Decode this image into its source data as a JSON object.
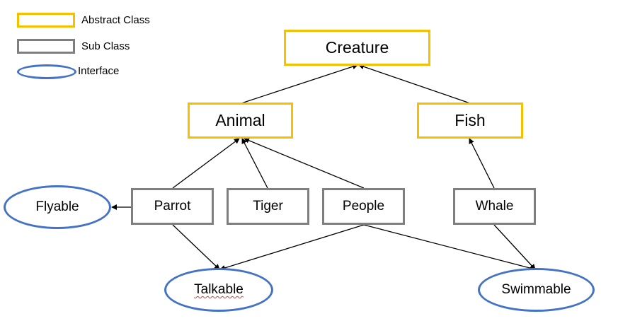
{
  "legend": {
    "abstract_label": "Abstract Class",
    "sub_label": "Sub Class",
    "interface_label": "Interface"
  },
  "colors": {
    "abstract_border": "#f5c000",
    "subclass_border": "#7f7f7f",
    "interface_border": "#4472c4",
    "arrow": "#000000"
  },
  "nodes": {
    "creature": "Creature",
    "animal": "Animal",
    "fish": "Fish",
    "parrot": "Parrot",
    "tiger": "Tiger",
    "people": "People",
    "whale": "Whale",
    "flyable": "Flyable",
    "talkable": "Talkable",
    "swimmable": "Swimmable"
  },
  "edges": [
    {
      "from": "animal",
      "to": "creature"
    },
    {
      "from": "fish",
      "to": "creature"
    },
    {
      "from": "parrot",
      "to": "animal"
    },
    {
      "from": "tiger",
      "to": "animal"
    },
    {
      "from": "people",
      "to": "animal"
    },
    {
      "from": "whale",
      "to": "fish"
    },
    {
      "from": "parrot",
      "to": "flyable"
    },
    {
      "from": "parrot",
      "to": "talkable"
    },
    {
      "from": "people",
      "to": "talkable"
    },
    {
      "from": "people",
      "to": "swimmable"
    },
    {
      "from": "whale",
      "to": "swimmable"
    }
  ]
}
